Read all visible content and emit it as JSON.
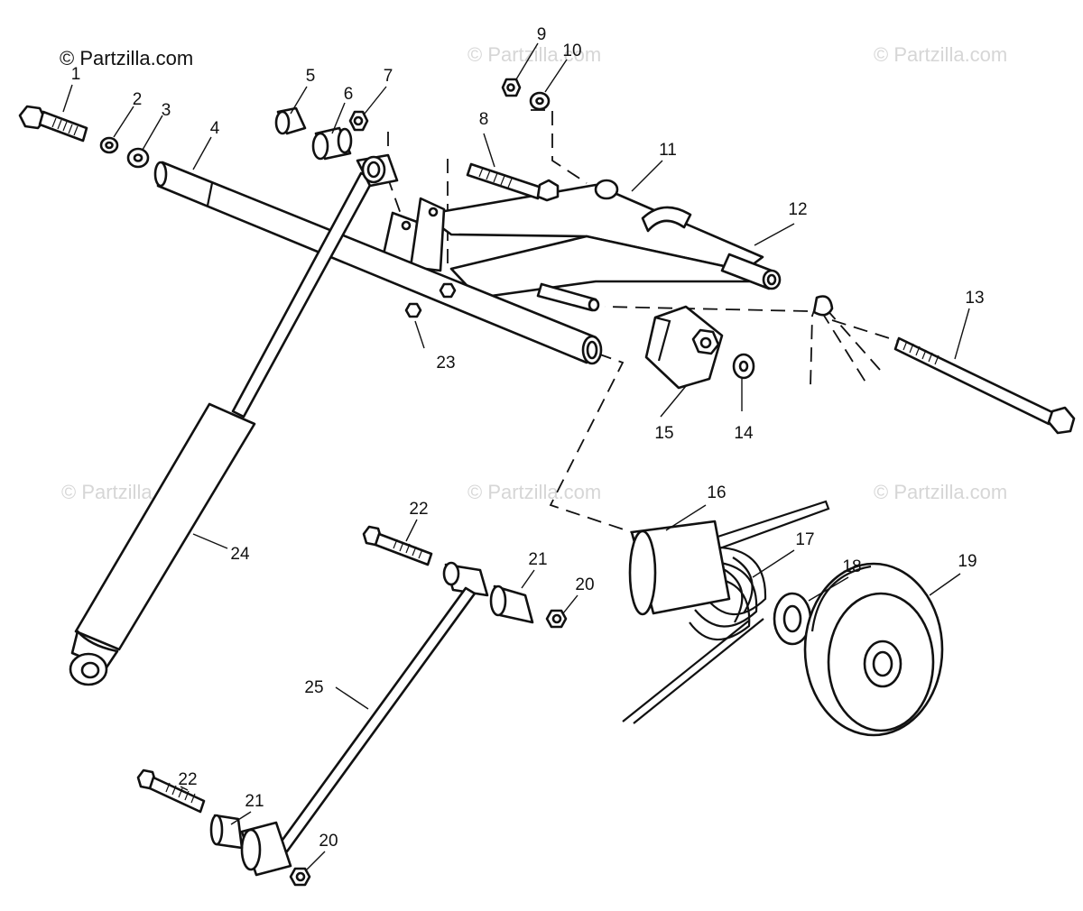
{
  "copyright": "© Partzilla.com",
  "watermark": "© Partzilla.com",
  "callouts": {
    "c1": "1",
    "c2": "2",
    "c3": "3",
    "c4": "4",
    "c5": "5",
    "c6": "6",
    "c7": "7",
    "c8": "8",
    "c9": "9",
    "c10": "10",
    "c11": "11",
    "c12": "12",
    "c13": "13",
    "c14": "14",
    "c15": "15",
    "c16": "16",
    "c17": "17",
    "c18": "18",
    "c19": "19",
    "c20a": "20",
    "c20b": "20",
    "c21a": "21",
    "c21b": "21",
    "c22a": "22",
    "c22b": "22",
    "c23": "23",
    "c24": "24",
    "c25": "25"
  }
}
